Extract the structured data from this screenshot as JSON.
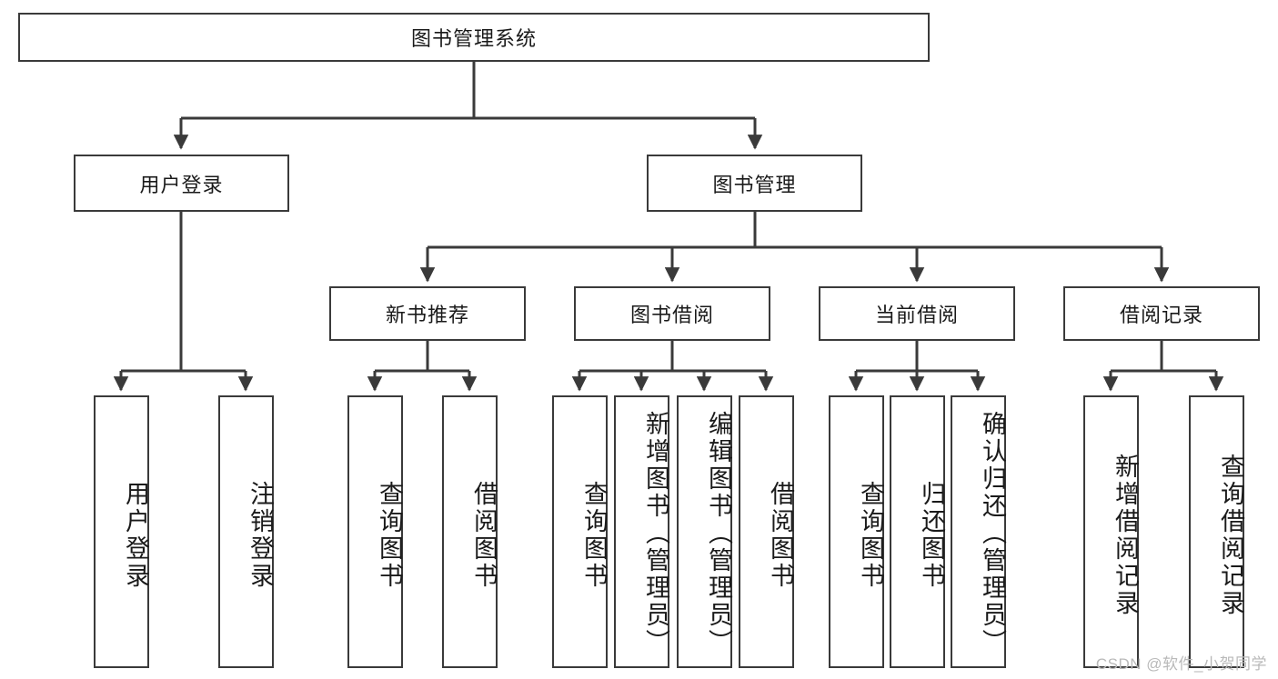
{
  "diagram": {
    "title": "图书管理系统",
    "type": "tree",
    "colors": {
      "box_border": "#3a3a3a",
      "box_fill": "#ffffff",
      "edge": "#3a3a3a",
      "text": "#1a1a1a",
      "watermark": "#b9b9b9"
    },
    "root": {
      "label": "图书管理系统"
    },
    "level2": [
      {
        "label": "用户登录"
      },
      {
        "label": "图书管理"
      }
    ],
    "level3": [
      {
        "label": "新书推荐"
      },
      {
        "label": "图书借阅"
      },
      {
        "label": "当前借阅"
      },
      {
        "label": "借阅记录"
      }
    ],
    "leaves": {
      "user_login": [
        {
          "label": "用户登录"
        },
        {
          "label": "注销登录"
        }
      ],
      "new_book_recommend": [
        {
          "label": "查询图书"
        },
        {
          "label": "借阅图书"
        }
      ],
      "book_borrow": [
        {
          "label": "查询图书"
        },
        {
          "label": "新增图书（管理员）"
        },
        {
          "label": "编辑图书（管理员）"
        },
        {
          "label": "借阅图书"
        }
      ],
      "current_borrow": [
        {
          "label": "查询图书"
        },
        {
          "label": "归还图书"
        },
        {
          "label": "确认归还（管理员）"
        }
      ],
      "borrow_record": [
        {
          "label": "新增借阅记录"
        },
        {
          "label": "查询借阅记录"
        }
      ]
    },
    "watermark": "CSDN @软件_小贺同学"
  }
}
